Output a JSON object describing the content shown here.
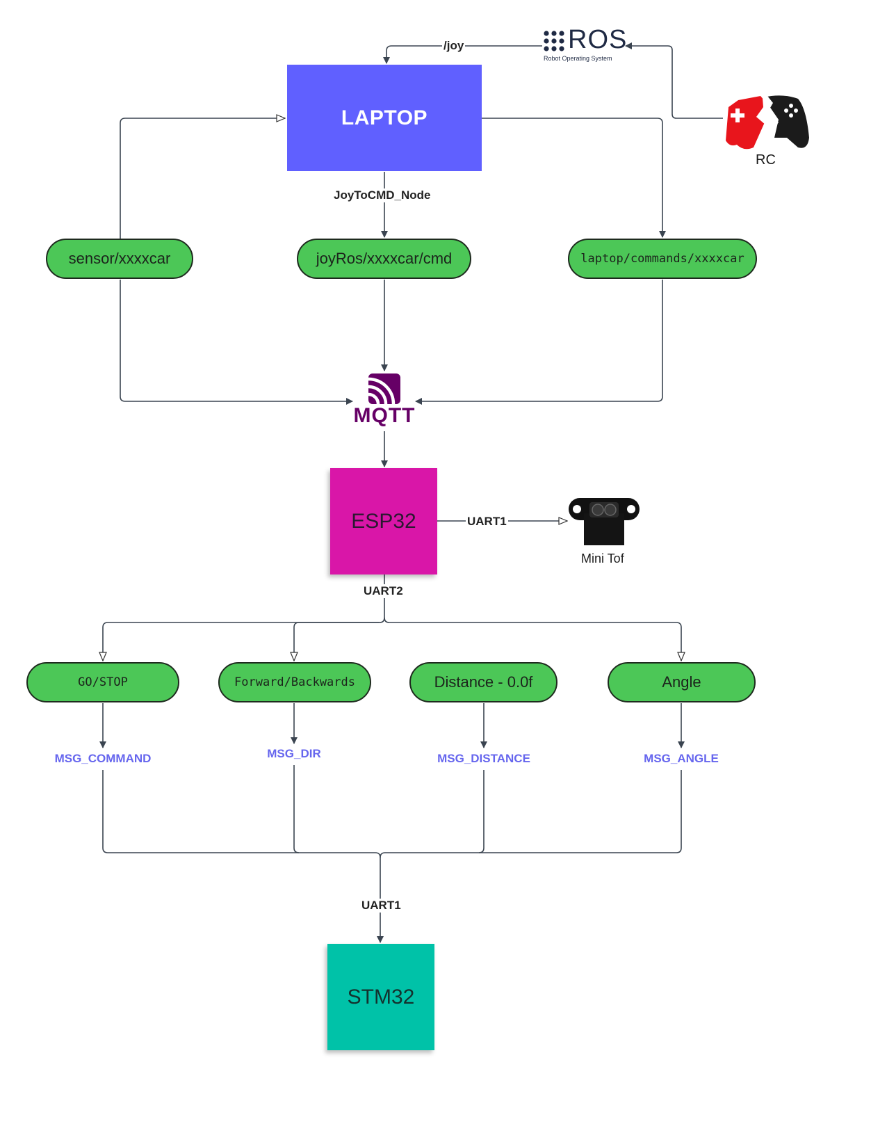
{
  "nodes": {
    "laptop": "LAPTOP",
    "esp32": "ESP32",
    "stm32": "STM32",
    "mqtt": "MQTT",
    "ros": "ROS",
    "ros_subtitle": "Robot Operating System",
    "rc": "RC",
    "mini_tof": "Mini Tof"
  },
  "topics": {
    "sensor": "sensor/xxxxcar",
    "joy_cmd": "joyRos/xxxxcar/cmd",
    "laptop_commands": "laptop/commands/xxxxcar"
  },
  "edge_labels": {
    "joy": "/joy",
    "joy_node": "JoyToCMD_Node",
    "uart1_tof": "UART1",
    "uart2": "UART2",
    "uart1_stm": "UART1"
  },
  "fields": [
    {
      "label": "GO/STOP",
      "msg": "MSG_COMMAND"
    },
    {
      "label": "Forward/Backwards",
      "msg": "MSG_DIR"
    },
    {
      "label": "Distance - 0.0f",
      "msg": "MSG_DISTANCE"
    },
    {
      "label": "Angle",
      "msg": "MSG_ANGLE"
    }
  ],
  "colors": {
    "laptop": "#6060ff",
    "esp32": "#d916a8",
    "stm32": "#00c2a8",
    "pill": "#4cc757",
    "msg_text": "#6666ee",
    "mqtt": "#660066",
    "rc_red": "#e8151c"
  }
}
